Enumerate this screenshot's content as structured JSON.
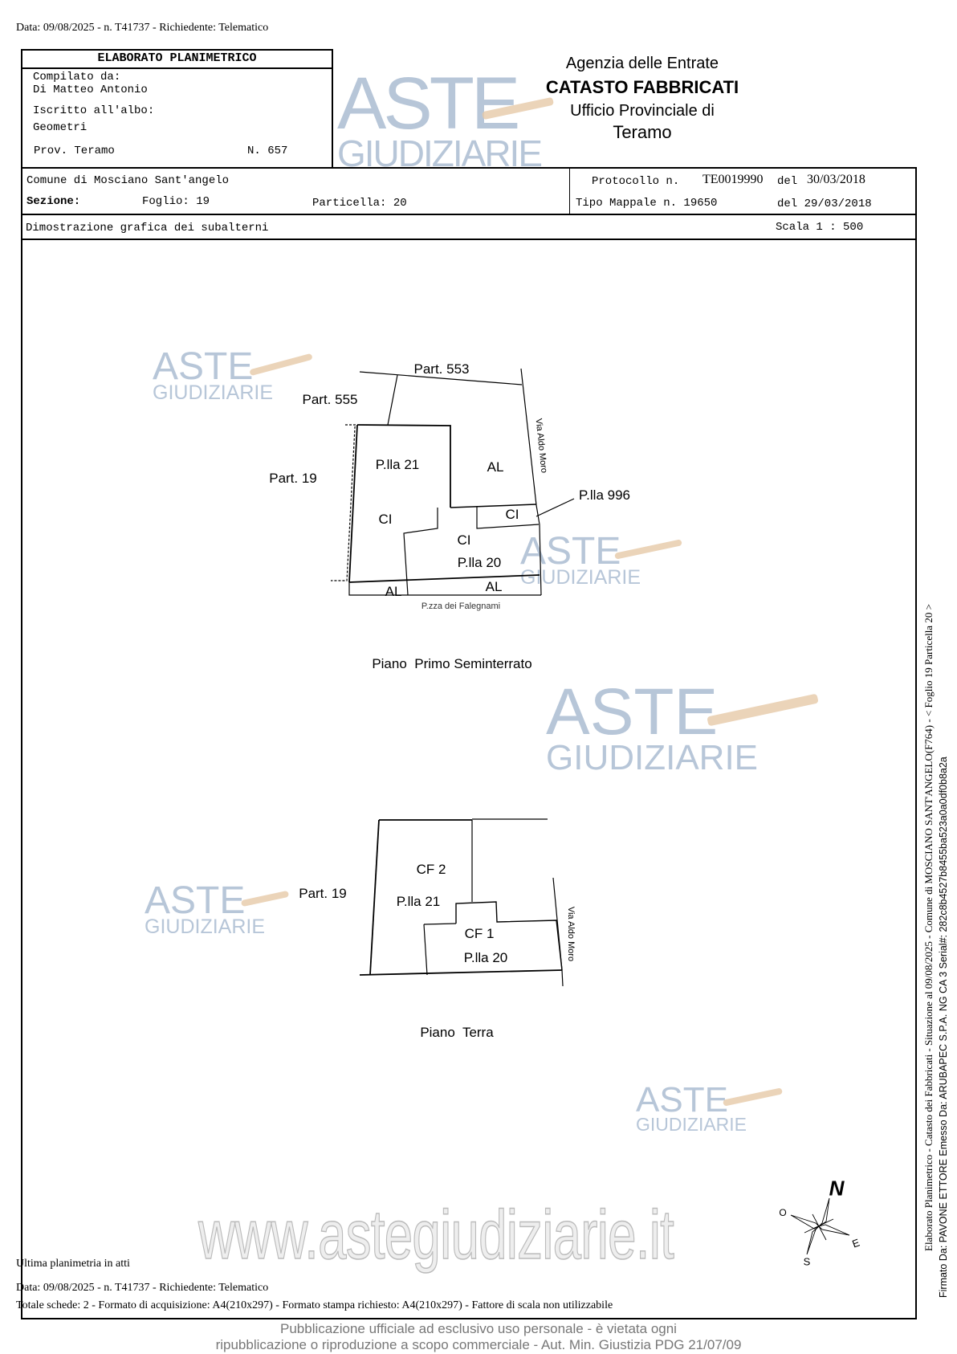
{
  "header": {
    "top_line": "Data: 09/08/2025 - n. T41737 - Richiedente: Telematico"
  },
  "title_box": {
    "title": "ELABORATO PLANIMETRICO",
    "compilato_label": "Compilato da:",
    "compilato_name": "Di Matteo Antonio",
    "iscritto_label": "Iscritto all'albo:",
    "albo": "Geometri",
    "prov": "Prov. Teramo",
    "numero": "N. 657"
  },
  "agency": {
    "line1": "Agenzia delle Entrate",
    "line2": "CATASTO FABBRICATI",
    "line3": "Ufficio Provinciale di",
    "line4": "Teramo"
  },
  "info": {
    "comune": "Comune di Mosciano Sant'angelo",
    "sezione": "Sezione:",
    "foglio": "Foglio: 19",
    "particella": "Particella: 20",
    "protocollo_label": "Protocollo n.",
    "protocollo_num": "TE0019990",
    "protocollo_del": "del",
    "protocollo_date": "30/03/2018",
    "tipo_mappale": "Tipo Mappale n. 19650",
    "tipo_date": "del 29/03/2018",
    "dimostrazione": "Dimostrazione grafica dei subalterni",
    "scala": "Scala 1 : 500"
  },
  "plan1": {
    "labels": {
      "part553": "Part. 553",
      "part555": "Part. 555",
      "part19": "Part. 19",
      "plla21": "P.lla 21",
      "al_top": "AL",
      "ci_left": "CI",
      "ci_996": "CI",
      "ci_mid": "CI",
      "plla20": "P.lla 20",
      "al_bottom_left": "AL",
      "al_bottom_right": "AL",
      "piazza": "P.zza dei Falegnami",
      "via": "Via Aldo Moro",
      "plla996": "P.lla 996"
    },
    "caption": "Piano  Primo Seminterrato"
  },
  "plan2": {
    "labels": {
      "cf2": "CF 2",
      "part19": "Part. 19",
      "plla21": "P.lla 21",
      "cf1": "CF 1",
      "plla20": "P.lla 20",
      "via": "Via Aldo Moro"
    },
    "caption": "Piano  Terra"
  },
  "compass": {
    "n": "N",
    "o": "O",
    "e": "E",
    "s": "S"
  },
  "watermark": {
    "aste": "ASTE",
    "giudiziarie": "GIUDIZIARIE",
    "url": "www.astegiudiziarie.it"
  },
  "footer": {
    "ultima": "Ultima planimetria in atti",
    "data": "Data: 09/08/2025 - n. T41737 - Richiedente: Telematico",
    "totale": "Totale schede: 2 - Formato di acquisizione: A4(210x297) - Formato stampa richiesto: A4(210x297) - Fattore di scala non utilizzabile",
    "pubblicazione1": "Pubblicazione ufficiale ad esclusivo uso personale - è vietata ogni",
    "pubblicazione2": "ripubblicazione o riproduzione a scopo commerciale - Aut. Min. Giustizia PDG 21/07/09"
  },
  "side": {
    "line1": "Elaborato Planimetrico - Catasto dei Fabbricati - Situazione al 09/08/2025 - Comune di MOSCIANO SANT'ANGELO(F764) - < Foglio 19 Particella 20 >",
    "line2": "Firmato Da: PAVONE ETTORE Emesso Da: ARUBAPEC S.P.A. NG CA 3 Serial#: 282c8b4527b8455ba523a0a0df0b8a2a"
  }
}
